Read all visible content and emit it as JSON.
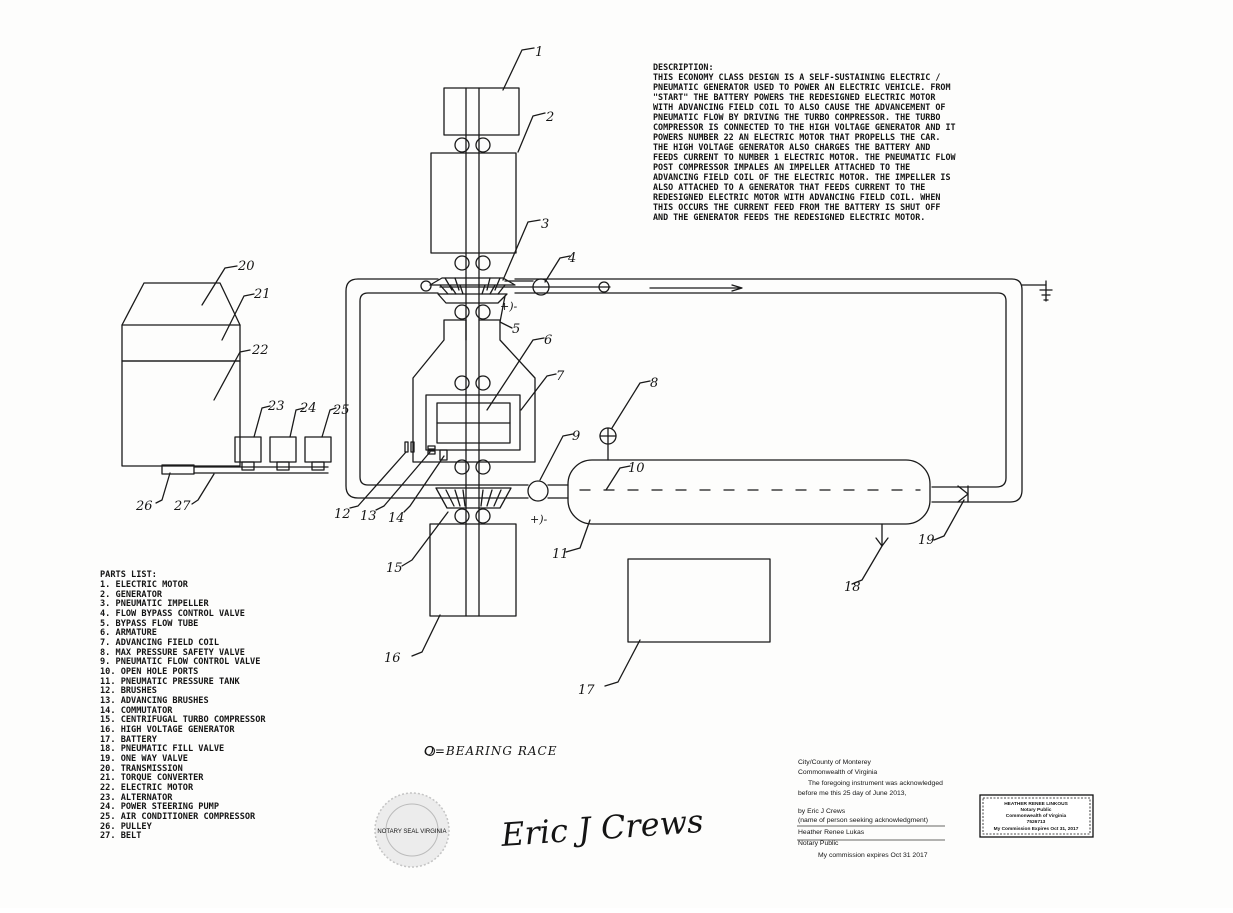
{
  "description": {
    "heading": "DESCRIPTION:",
    "lines": [
      "THIS ECONOMY CLASS DESIGN IS A SELF-SUSTAINING ELECTRIC /",
      "PNEUMATIC GENERATOR USED TO POWER AN ELECTRIC VEHICLE.  FROM",
      "\"START\" THE BATTERY POWERS THE REDESIGNED ELECTRIC MOTOR",
      "WITH ADVANCING FIELD COIL TO ALSO CAUSE THE ADVANCEMENT OF",
      "PNEUMATIC FLOW BY DRIVING THE TURBO COMPRESSOR.  THE TURBO",
      "COMPRESSOR IS CONNECTED TO THE HIGH VOLTAGE GENERATOR AND IT",
      "POWERS NUMBER 22 AN ELECTRIC MOTOR THAT PROPELLS THE CAR.",
      "THE HIGH VOLTAGE GENERATOR ALSO CHARGES THE BATTERY AND",
      "FEEDS CURRENT TO NUMBER 1 ELECTRIC MOTOR. THE PNEUMATIC FLOW",
      "POST COMPRESSOR IMPALES AN IMPELLER ATTACHED TO THE",
      "ADVANCING FIELD COIL OF THE ELECTRIC MOTOR. THE IMPELLER IS",
      "ALSO ATTACHED TO A GENERATOR THAT FEEDS CURRENT TO THE",
      "REDESIGNED ELECTRIC MOTOR WITH ADVANCING FIELD COIL. WHEN",
      "THIS OCCURS THE CURRENT FEED FROM THE BATTERY IS SHUT OFF",
      "AND THE GENERATOR FEEDS THE REDESIGNED ELECTRIC MOTOR."
    ]
  },
  "parts_list": {
    "heading": "PARTS LIST:",
    "items": [
      "1. ELECTRIC MOTOR",
      "2. GENERATOR",
      "3. PNEUMATIC IMPELLER",
      "4. FLOW BYPASS CONTROL VALVE",
      "5. BYPASS FLOW TUBE",
      "6. ARMATURE",
      "7. ADVANCING FIELD COIL",
      "8. MAX PRESSURE SAFETY VALVE",
      "9. PNEUMATIC FLOW CONTROL VALVE",
      "10. OPEN HOLE PORTS",
      "11. PNEUMATIC PRESSURE TANK",
      "12. BRUSHES",
      "13. ADVANCING BRUSHES",
      "14. COMMUTATOR",
      "15. CENTRIFUGAL TURBO COMPRESSOR",
      "16. HIGH VOLTAGE GENERATOR",
      "17. BATTERY",
      "18. PNEUMATIC FILL VALVE",
      "19. ONE WAY VALVE",
      "20. TRANSMISSION",
      "21. TORQUE CONVERTER",
      "22. ELECTRIC MOTOR",
      "23. ALTERNATOR",
      "24. POWER STEERING PUMP",
      "25. AIR CONDITIONER COMPRESSOR",
      "26. PULLEY",
      "27. BELT"
    ]
  },
  "callouts": [
    "1",
    "2",
    "3",
    "4",
    "5",
    "6",
    "7",
    "8",
    "9",
    "10",
    "11",
    "12",
    "13",
    "14",
    "15",
    "16",
    "17",
    "18",
    "19",
    "20",
    "21",
    "22",
    "23",
    "24",
    "25",
    "26",
    "27"
  ],
  "bearing_note": "O=BEARING RACE",
  "polarity": {
    "top": "+)-",
    "bottom": "+)-"
  },
  "signature": "Eric J Crews",
  "notary": {
    "line1": "City/County of Monterey",
    "line2": "Commonwealth of Virginia",
    "line3": "The foregoing instrument was acknowledged",
    "line4": "before me this 25 day of June 2013,",
    "line5": "by Eric J Crews",
    "line6": "(name of person seeking acknowledgment)",
    "line7": "Heather Renee Lukas",
    "line8": "Notary Public",
    "line9": "My commission expires Oct 31 2017"
  },
  "notary_stamp": {
    "name": "HEATHER RENEE LINKOUS",
    "title": "Notary Public",
    "state": "Commonwealth of Virginia",
    "reg": "7526713",
    "expires": "My Commission Expires Oct 31, 2017"
  },
  "seal": {
    "text": "NOTARY SEAL VIRGINIA"
  }
}
